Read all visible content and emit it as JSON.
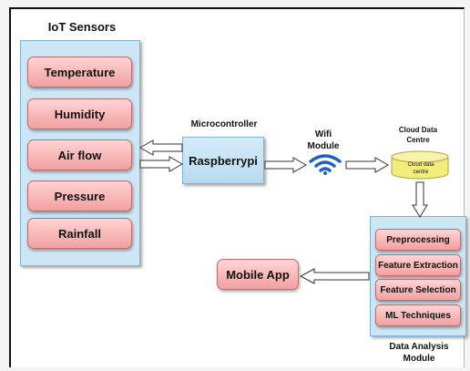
{
  "iot": {
    "title": "IoT Sensors",
    "items": [
      "Temperature",
      "Humidity",
      "Air flow",
      "Pressure",
      "Rainfall"
    ]
  },
  "microcontroller": {
    "title": "Microcontroller",
    "box": "Raspberrypi"
  },
  "wifi": {
    "line1": "Wifi",
    "line2": "Module"
  },
  "cloud": {
    "line1": "Cloud Data",
    "line2": "Centre",
    "inner1": "Cloud data",
    "inner2": "centre"
  },
  "analysis": {
    "items": [
      "Preprocessing",
      "Feature Extraction",
      "Feature Selection",
      "ML Techniques"
    ],
    "line1": "Data Analysis",
    "line2": "Module"
  },
  "mobile": {
    "label": "Mobile App"
  },
  "colors": {
    "panel": "#cde6f5",
    "sensor": "#f4aaaa",
    "cylinder": "#f2ec7a"
  }
}
